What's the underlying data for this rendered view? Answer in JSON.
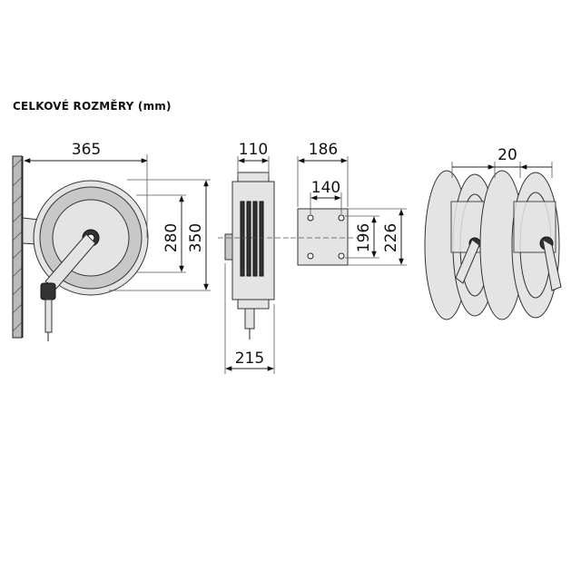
{
  "title": {
    "main": "CELKOVÉ ROZMĚRY",
    "unit": "(mm)"
  },
  "dimensions": {
    "side_width": "365",
    "side_inner_height": "280",
    "side_outer_height": "350",
    "front_top_width": "110",
    "front_bottom_width": "215",
    "bracket_outer_width": "186",
    "bracket_inner_width": "140",
    "bracket_inner_height": "196",
    "bracket_outer_height": "226",
    "pair_spacing": "20"
  }
}
